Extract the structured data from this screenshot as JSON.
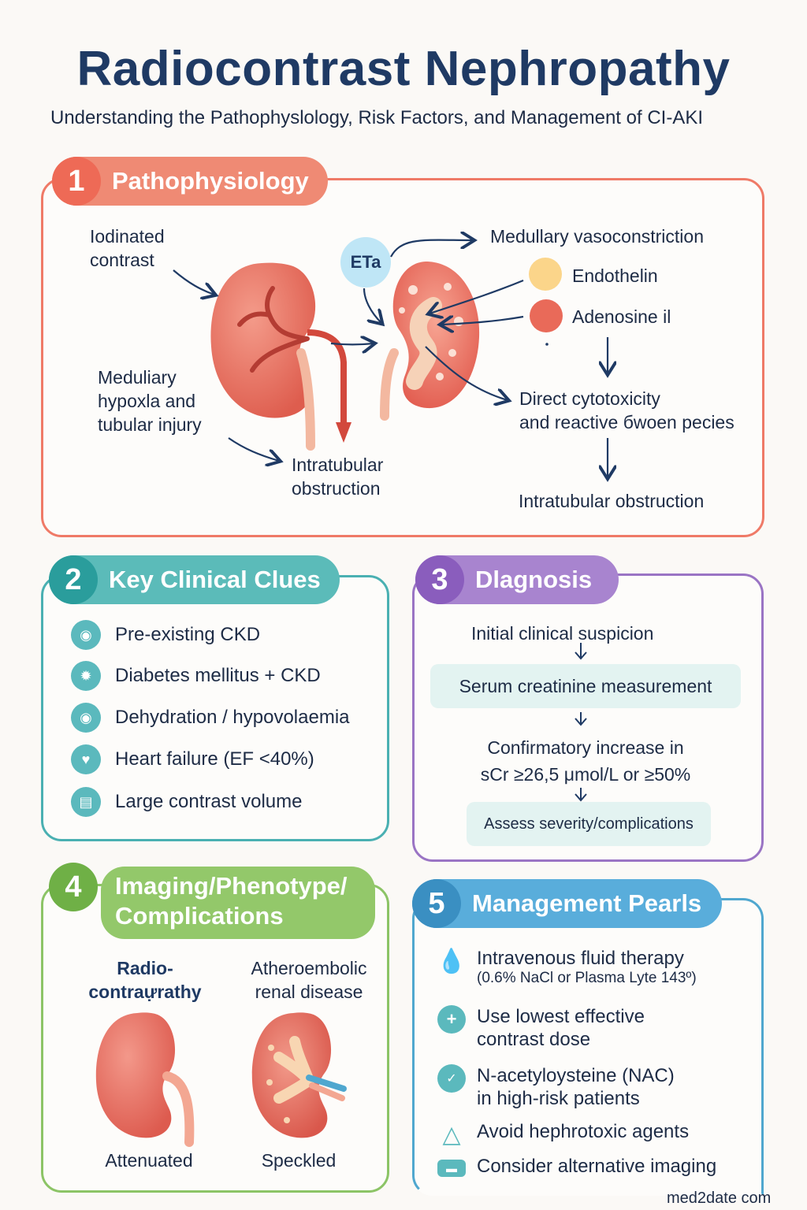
{
  "header": {
    "title": "Radiocontrast Nephropathy",
    "subtitle": "Understanding the Pathophyslology, Risk Factors, and Management of CI-AKI"
  },
  "colors": {
    "coral": "#ef7a67",
    "teal": "#4ab0b2",
    "purple": "#9a74c4",
    "green": "#8cc466",
    "blue": "#4fa7cf",
    "navy": "#1f3a64"
  },
  "section1": {
    "number": "1",
    "heading": "Pathophysiology",
    "iodinated_line1": "Iodinated",
    "iodinated_line2": "contrast",
    "eta_label": "ETa",
    "medullary_vaso": "Medullary vasoconstriction",
    "endothelin": "Endothelin",
    "adenosine": "Adenosine il",
    "hypoxia_line1": "Meduliary",
    "hypoxia_line2": "hypoxla and",
    "hypoxia_line3": "tubular injury",
    "intratubular_left_line1": "Intratubular",
    "intratubular_left_line2": "obstruction",
    "cytotox_line1": "Direct cytotoxicity",
    "cytotox_line2": "and reactive бwoen pecies",
    "intratubular_right": "Intratubular obstruction"
  },
  "section2": {
    "number": "2",
    "heading": "Key Clinical Clues",
    "items": [
      {
        "label": "Pre-existing CKD",
        "icon": "kidney-icon"
      },
      {
        "label": "Diabetes mellitus + CKD",
        "icon": "glucose-icon"
      },
      {
        "label": "Dehydration / hypovolaemia",
        "icon": "droplet-icon"
      },
      {
        "label": "Heart failure (EF <40%)",
        "icon": "heart-icon"
      },
      {
        "label": "Large contrast volume",
        "icon": "syringe-icon"
      }
    ]
  },
  "section3": {
    "number": "3",
    "heading": "Dlagnosis",
    "step1": "Initial clinical suspicion",
    "step2": "Serum creatinine measurement",
    "step3_line1": "Confirmatory increase in",
    "step3_line2": "sCr ≥26,5 μmol/L or ≥50%",
    "step4": "Assess severity/complications"
  },
  "section4": {
    "number": "4",
    "heading_line1": "Imaging/Phenotype/",
    "heading_line2": "Complications",
    "left_label_line1": "Radio-",
    "left_label_line2": "contraựrathy",
    "right_label_line1": "Atheroembolic",
    "right_label_line2": "renal disease",
    "left_caption": "Attenuated",
    "right_caption": "Speckled"
  },
  "section5": {
    "number": "5",
    "heading": "Management Pearls",
    "items": [
      {
        "line1": "Intravenous fluid therapy",
        "line2": "(0.6% NaCl or Plasma Lyte 143º)",
        "icon": "droplet-icon"
      },
      {
        "line1": "Use lowest effective",
        "line2": "contrast dose",
        "icon": "plus-icon"
      },
      {
        "line1": "N-acetyloysteine (NAC)",
        "line2": "in high-risk patients",
        "icon": "check-icon"
      },
      {
        "line1": "Avoid hephrotoxic agents",
        "line2": "",
        "icon": "warning-icon"
      },
      {
        "line1": "Consider alternative imaging",
        "line2": "",
        "icon": "scan-icon"
      }
    ]
  },
  "footer": {
    "brand": "med2date com"
  }
}
